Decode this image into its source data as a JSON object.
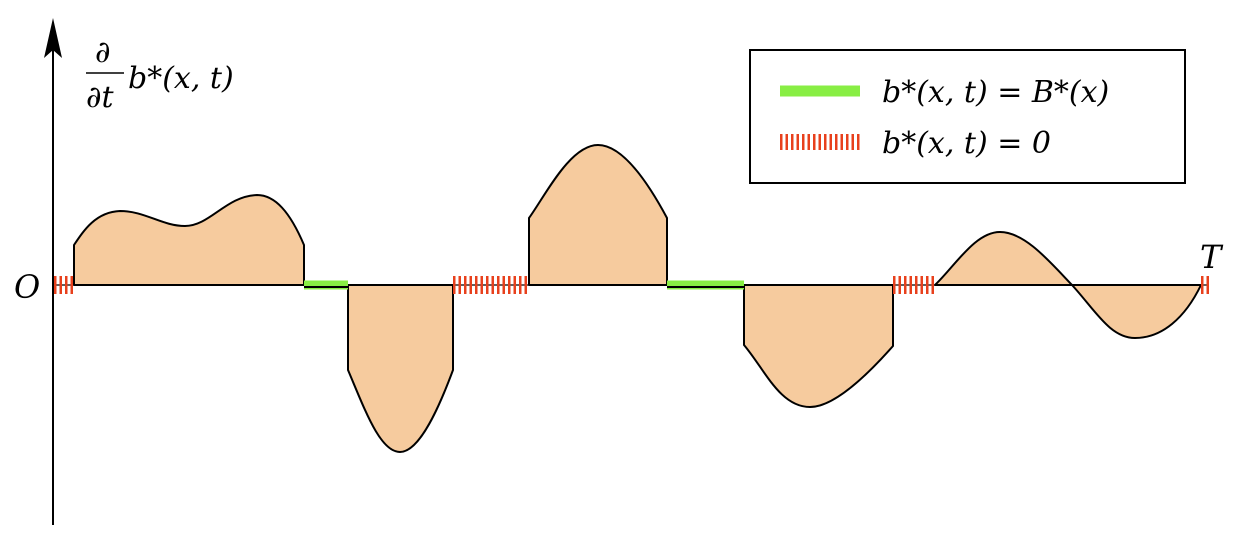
{
  "axes": {
    "origin_label": "O",
    "end_label": "T",
    "y_label_numerator": "∂",
    "y_label_denominator": "∂t",
    "y_label_expression": "b*(x, t)"
  },
  "legend": {
    "items": [
      {
        "style": "solid",
        "color": "#88ee44",
        "label": "b*(x, t) = B*(x)"
      },
      {
        "style": "hatched",
        "color": "#e8401c",
        "label": "b*(x, t) = 0"
      }
    ]
  },
  "colors": {
    "fill": "#f6cb9e",
    "outline": "#000000",
    "saturated": "#88ee44",
    "zero": "#e8401c"
  }
}
